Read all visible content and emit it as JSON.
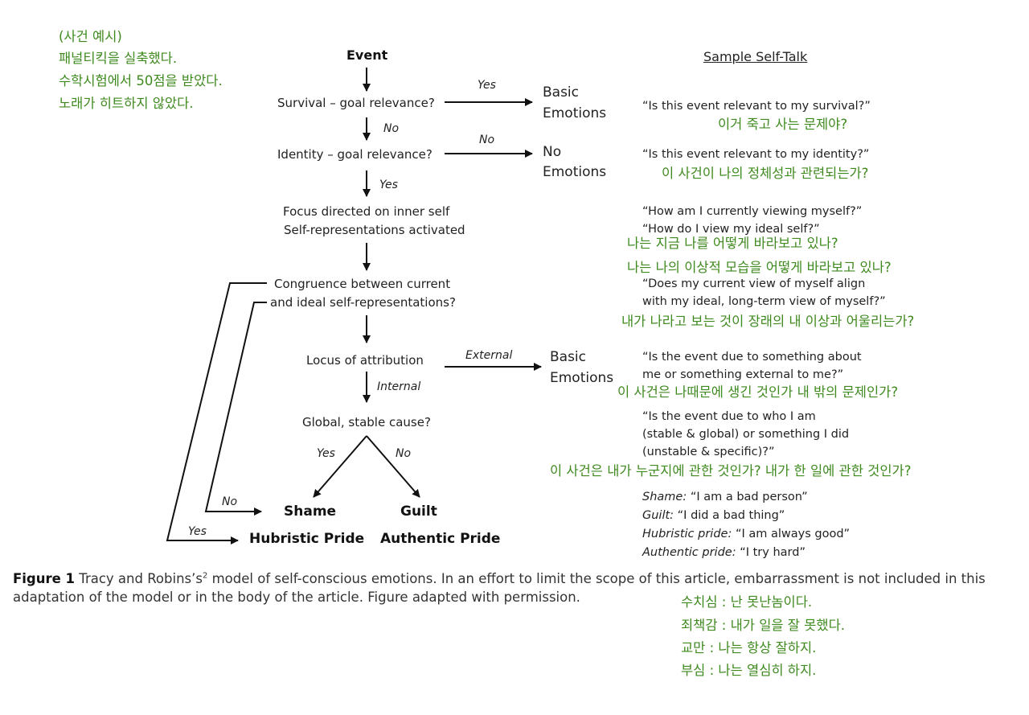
{
  "example_note": {
    "title": "(사건 예시)",
    "lines": [
      "패널티킥을 실축했다.",
      "수학시험에서 50점을 받았다.",
      "노래가 히트하지 않았다."
    ]
  },
  "flow": {
    "event": "Event",
    "survival": "Survival – goal relevance?",
    "identity": "Identity – goal relevance?",
    "focus_line1": "Focus directed on inner self",
    "focus_line2": "Self-representations activated",
    "congruence_line1": "Congruence between current",
    "congruence_line2": "and ideal self-representations?",
    "locus": "Locus of attribution",
    "global": "Global, stable cause?",
    "shame": "Shame",
    "guilt": "Guilt",
    "hubristic": "Hubristic Pride",
    "authentic": "Authentic Pride"
  },
  "edge_labels": {
    "yes_survival": "Yes",
    "no_survival": "No",
    "no_identity": "No",
    "yes_identity": "Yes",
    "external": "External",
    "internal": "Internal",
    "yes_global": "Yes",
    "no_global": "No",
    "no_loop": "No",
    "yes_loop": "Yes"
  },
  "outcomes": {
    "basic1_line1": "Basic",
    "basic1_line2": "Emotions",
    "none_line1": "No",
    "none_line2": "Emotions",
    "basic2_line1": "Basic",
    "basic2_line2": "Emotions"
  },
  "self_talk": {
    "header": "Sample Self-Talk",
    "q_survival": "“Is this event relevant to my survival?”",
    "q_survival_ko": "이거 죽고 사는 문제야?",
    "q_identity": "“Is this event relevant to my identity?”",
    "q_identity_ko": "이 사건이 나의 정체성과 관련되는가?",
    "q_current": "“How am I currently viewing myself?”",
    "q_ideal": "“How do I view my ideal self?”",
    "q_current_ko": "나는 지금 나를 어떻게 바라보고 있나?",
    "q_ideal_ko": "나는 나의 이상적 모습을 어떻게 바라보고 있나?",
    "q_align_line1": "“Does my current view of myself align",
    "q_align_line2": "with my ideal, long-term view of myself?”",
    "q_align_ko": "내가 나라고 보는 것이 장래의 내 이상과 어울리는가?",
    "q_due_line1": "“Is the event due to something about",
    "q_due_line2": "me or something external to me?”",
    "q_due_ko": "이 사건은 나때문에 생긴 것인가 내 밖의 문제인가?",
    "q_who_line1": "“Is the event due to who I am",
    "q_who_line2": "(stable & global) or something I did",
    "q_who_line3": "(unstable & specific)?”",
    "q_who_ko": "이 사건은 내가 누군지에 관한 것인가? 내가 한 일에 관한 것인가?",
    "shame_label": "Shame:",
    "shame_text": " “I am a bad person”",
    "guilt_label": "Guilt:",
    "guilt_text": " “I did a bad thing”",
    "hubristic_label": "Hubristic pride:",
    "hubristic_text": " “I am always good”",
    "authentic_label": "Authentic pride:",
    "authentic_text": " “I try hard”"
  },
  "caption": {
    "figure_label": "Figure 1",
    "text_part1": " Tracy and Robins’s",
    "sup": "2",
    "text_part2": " model of self-conscious emotions. In an effort to limit the scope of this article, embarrassment is not included in this adaptation of the model or in the body of the article. Figure adapted with permission."
  },
  "translations": {
    "shame": "수치심 : 난 못난놈이다.",
    "guilt": "죄책감 : 내가 일을 잘 못했다.",
    "hubris": "교만 : 나는 항상 잘하지.",
    "pride": "부심 : 나는 열심히 하지."
  }
}
